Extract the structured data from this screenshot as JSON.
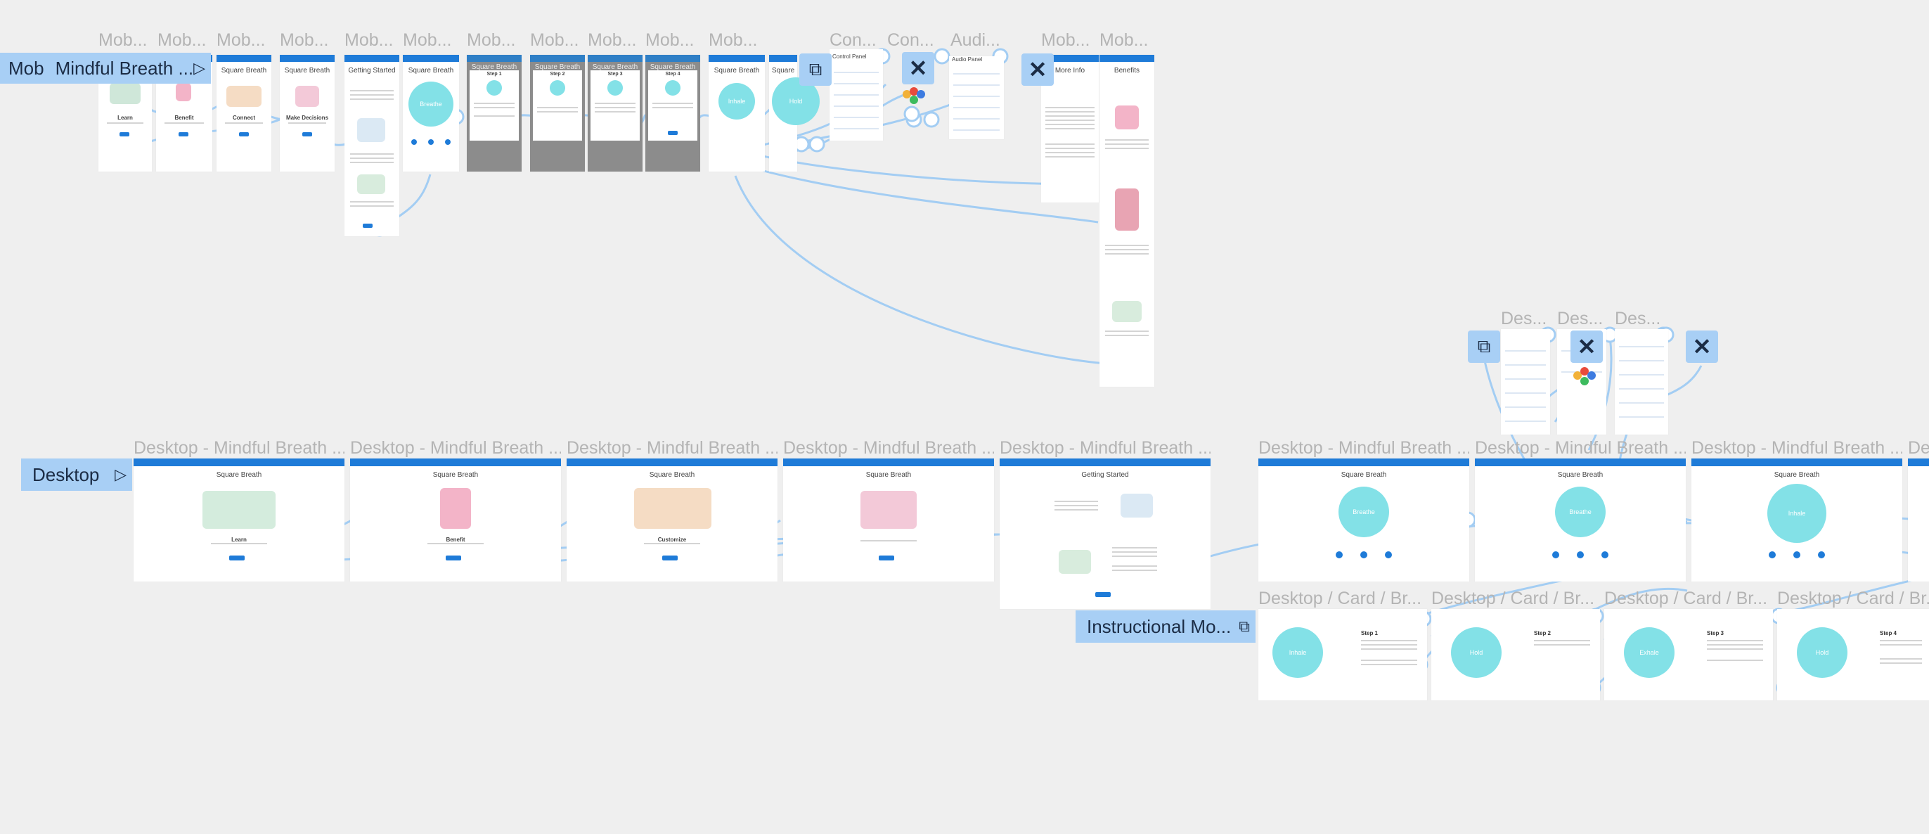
{
  "mobile_row": {
    "frame_label": "Mob...",
    "control_label": "Con...",
    "audio_label": "Audi...",
    "flow_chip": {
      "prefix": "Mob",
      "name": "Mindful Breath ...",
      "icon": "play-icon",
      "glyph": "▷"
    },
    "frames": {
      "learn": {
        "title": "",
        "caption": "Learn"
      },
      "benefit": {
        "title": "",
        "caption": "Benefit"
      },
      "sq1": {
        "title": "Square Breath",
        "caption": "Connect"
      },
      "sq2": {
        "title": "Square Breath",
        "caption": "Make Decisions"
      },
      "getting_started": {
        "title": "Getting Started"
      },
      "sq3": {
        "title": "Square Breath",
        "circle": "Breathe"
      },
      "step1": {
        "title": "Square Breath",
        "step": "Step 1"
      },
      "step2": {
        "title": "Square Breath",
        "step": "Step 2"
      },
      "step3": {
        "title": "Square Breath",
        "step": "Step 3"
      },
      "step4": {
        "title": "Square Breath",
        "step": "Step 4"
      },
      "sq4": {
        "title": "Square Breath",
        "circle": "Inhale"
      },
      "sq5": {
        "title": "Square",
        "circle": "Hold"
      },
      "control_panel": {
        "title": "Control Panel"
      },
      "audio_panel": {
        "title": "Audio Panel"
      },
      "more_info": {
        "title": "More Info"
      },
      "benefits": {
        "title": "Benefits"
      }
    }
  },
  "desktop_row": {
    "label": "Desktop - Mindful Breath ...",
    "flow_chip": {
      "name": "Desktop",
      "icon": "play-icon",
      "glyph": "▷"
    },
    "frames": [
      {
        "title": "Square Breath",
        "caption": "Learn"
      },
      {
        "title": "Square Breath",
        "caption": "Benefit"
      },
      {
        "title": "Square Breath",
        "caption": "Customize"
      },
      {
        "title": "Square Breath",
        "caption": ""
      },
      {
        "title": "Getting Started",
        "caption": ""
      },
      {
        "title": "Square Breath",
        "circle": "Breathe"
      },
      {
        "title": "Square Breath",
        "circle": "Breathe"
      },
      {
        "title": "Square Breath",
        "circle": "Inhale"
      }
    ]
  },
  "small_desktop": {
    "label": "Des..."
  },
  "cards": {
    "label": "Desktop / Card / Br...",
    "items": [
      {
        "circle": "Inhale",
        "step": "Step 1"
      },
      {
        "circle": "Hold",
        "step": "Step 2"
      },
      {
        "circle": "Exhale",
        "step": "Step 3"
      },
      {
        "circle": "Hold",
        "step": "Step 4"
      }
    ]
  },
  "instructional_chip": {
    "name": "Instructional Mo...",
    "icon": "overlay-icon",
    "glyph": "⧉"
  },
  "overlay_buttons": {
    "overlay_glyph": "⧉",
    "close_glyph": "✕"
  },
  "colors": {
    "wire": "#a3cdf3",
    "chip": "#a8cff5",
    "header": "#1e7bd8",
    "circle": "#83e1e7"
  }
}
